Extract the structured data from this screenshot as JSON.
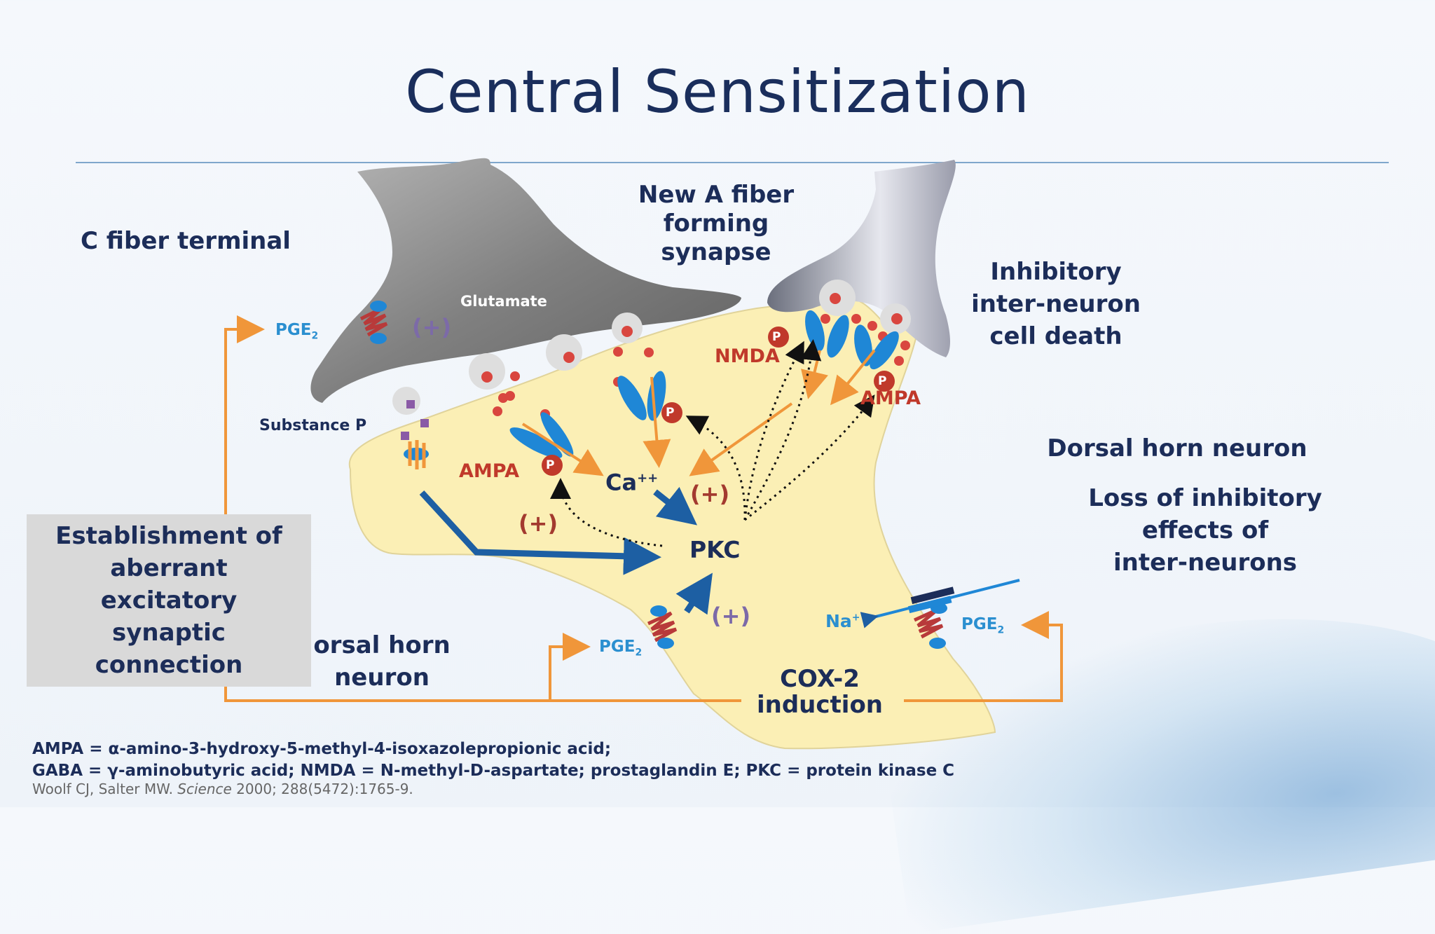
{
  "title": "Central Sensitization",
  "labels": {
    "c_fiber": "C fiber terminal",
    "new_a_fiber": "New A fiber\nforming\nsynapse",
    "inhibitory_death": "Inhibitory\ninter-neuron\ncell death",
    "dorsal_horn_right": "Dorsal horn neuron",
    "loss_inhibitory": "Loss of inhibitory\neffects of\ninter-neurons",
    "dorsal_horn_bottom": "orsal horn\nneuron",
    "cox2": "COX-2\ninduction",
    "aberrant_box": "Establishment of\naberrant\nexcitatory\nsynaptic\nconnection",
    "glutamate": "Glutamate",
    "substance_p": "Substance P",
    "nmda": "NMDA",
    "ampa_left": "AMPA",
    "ampa_right": "AMPA",
    "calcium": "Ca",
    "calcium_sup": "++",
    "pkc": "PKC",
    "pge2_text": "PGE",
    "pge2_sub": "2",
    "na_text": "Na",
    "na_sup": "+",
    "plus": "(+)",
    "phospho": "P"
  },
  "footnotes": {
    "line1": "AMPA = α-amino-3-hydroxy-5-methyl-4-isoxazolepropionic acid;",
    "line2": "GABA = γ-aminobutyric acid; NMDA = N-methyl-D-aspartate; prostaglandin E; PKC = protein kinase C",
    "citation_pre": "Woolf CJ, Salter MW. ",
    "citation_journal": "Science",
    "citation_post": " 2000; 288(5472):1765-9."
  },
  "colors": {
    "title": "#1a2e5c",
    "neuron_fill": "#fbefb5",
    "terminal_fill": "#8a8a8a",
    "orange_arrow": "#f0963a",
    "blue_arrow": "#1d5fa3",
    "receptor_red": "#b83a3a",
    "receptor_blue": "#1f87d6",
    "label_red": "#c0392b",
    "label_blue": "#2b8fd0"
  }
}
